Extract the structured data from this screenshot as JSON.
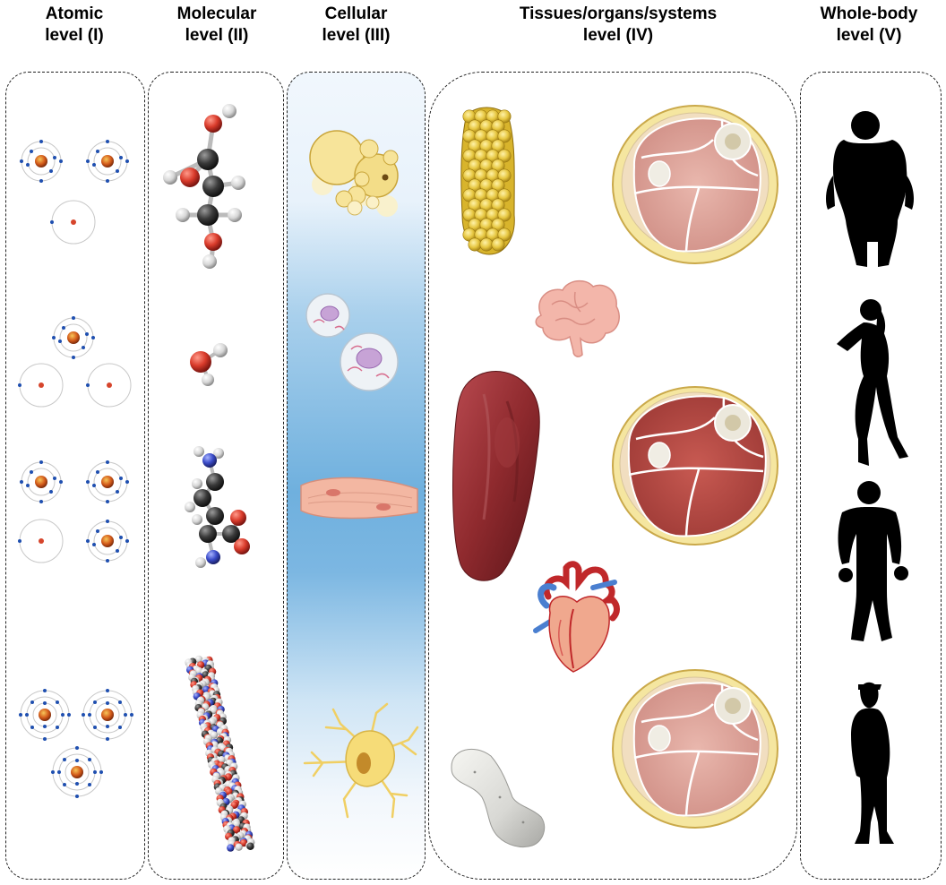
{
  "columns": [
    {
      "line1": "Atomic",
      "line2": "level (I)"
    },
    {
      "line1": "Molecular",
      "line2": "level (II)"
    },
    {
      "line1": "Cellular",
      "line2": "level (III)"
    },
    {
      "line1": "Tissues/organs/systems",
      "line2": "level (IV)"
    },
    {
      "line1": "Whole-body",
      "line2": "level (V)"
    }
  ],
  "colors": {
    "dashed_border": "#222222",
    "electron": "#1f4fb0",
    "nucleus": "#d35a1a",
    "oxygen_atom": "#d93b2b",
    "carbon_atom": "#3a3a3a",
    "hydrogen_atom": "#dcdcdc",
    "nitrogen_atom": "#3b4cc8",
    "adipose": "#e6c640",
    "muscle": "#8f2a2e",
    "bone": "#dcdcd8",
    "silhouette": "#000000"
  },
  "icons": [
    "atom-icon",
    "glycerol-molecule-icon",
    "water-molecule-icon",
    "amino-acid-molecule-icon",
    "protein-helix-icon",
    "adipocyte-icon",
    "stem-cell-icon",
    "muscle-fiber-icon",
    "neuron-cell-icon",
    "adipose-tissue-icon",
    "brain-icon",
    "muscle-organ-icon",
    "heart-icon",
    "bone-icon",
    "thigh-cross-section-icon",
    "person-silhouette-icon"
  ]
}
